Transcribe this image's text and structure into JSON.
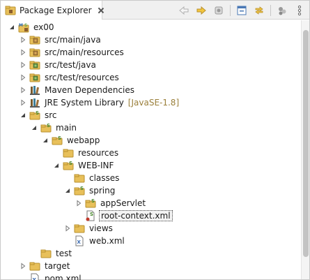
{
  "panel": {
    "title": "Package Explorer",
    "toolbar": [
      {
        "name": "back-icon"
      },
      {
        "name": "forward-icon"
      },
      {
        "name": "home-icon"
      },
      {
        "name": "collapse-all-icon"
      },
      {
        "name": "link-with-editor-icon"
      },
      {
        "name": "focus-icon"
      },
      {
        "name": "view-menu-icon"
      }
    ]
  },
  "tree": {
    "items": [
      {
        "label": "ex00",
        "depth": 0,
        "twisty": "expanded",
        "icon": "maven-project-icon"
      },
      {
        "label": "src/main/java",
        "depth": 1,
        "twisty": "collapsed",
        "icon": "source-folder-icon"
      },
      {
        "label": "src/main/resources",
        "depth": 1,
        "twisty": "collapsed",
        "icon": "source-folder-icon"
      },
      {
        "label": "src/test/java",
        "depth": 1,
        "twisty": "collapsed",
        "icon": "test-source-folder-icon"
      },
      {
        "label": "src/test/resources",
        "depth": 1,
        "twisty": "collapsed",
        "icon": "test-source-folder-icon"
      },
      {
        "label": "Maven Dependencies",
        "depth": 1,
        "twisty": "collapsed",
        "icon": "library-icon"
      },
      {
        "label": "JRE System Library",
        "decoration": "[JavaSE-1.8]",
        "depth": 1,
        "twisty": "collapsed",
        "icon": "library-icon"
      },
      {
        "label": "src",
        "depth": 1,
        "twisty": "expanded",
        "icon": "spring-folder-icon"
      },
      {
        "label": "main",
        "depth": 2,
        "twisty": "expanded",
        "icon": "spring-folder-icon"
      },
      {
        "label": "webapp",
        "depth": 3,
        "twisty": "expanded",
        "icon": "spring-folder-icon"
      },
      {
        "label": "resources",
        "depth": 4,
        "twisty": "none",
        "icon": "folder-icon"
      },
      {
        "label": "WEB-INF",
        "depth": 4,
        "twisty": "expanded",
        "icon": "spring-folder-icon"
      },
      {
        "label": "classes",
        "depth": 5,
        "twisty": "none",
        "icon": "folder-icon"
      },
      {
        "label": "spring",
        "depth": 5,
        "twisty": "expanded",
        "icon": "spring-folder-icon"
      },
      {
        "label": "appServlet",
        "depth": 6,
        "twisty": "collapsed",
        "icon": "spring-folder-icon"
      },
      {
        "label": "root-context.xml",
        "depth": 6,
        "twisty": "none",
        "icon": "spring-xml-file-icon",
        "selected": true
      },
      {
        "label": "views",
        "depth": 5,
        "twisty": "collapsed",
        "icon": "folder-icon"
      },
      {
        "label": "web.xml",
        "depth": 5,
        "twisty": "none",
        "icon": "xml-file-icon"
      },
      {
        "label": "test",
        "depth": 2,
        "twisty": "none",
        "icon": "folder-icon"
      },
      {
        "label": "target",
        "depth": 1,
        "twisty": "collapsed",
        "icon": "folder-icon"
      },
      {
        "label": "pom.xml",
        "depth": 1,
        "twisty": "none",
        "icon": "xml-file-icon"
      }
    ]
  },
  "colors": {
    "folder": "#e8c05a",
    "folder_dark": "#b8902e",
    "package": "#c89a3e",
    "spring": "#6aa84f",
    "maven": "#2f6fb5",
    "decoration": "#9a7f3a"
  }
}
